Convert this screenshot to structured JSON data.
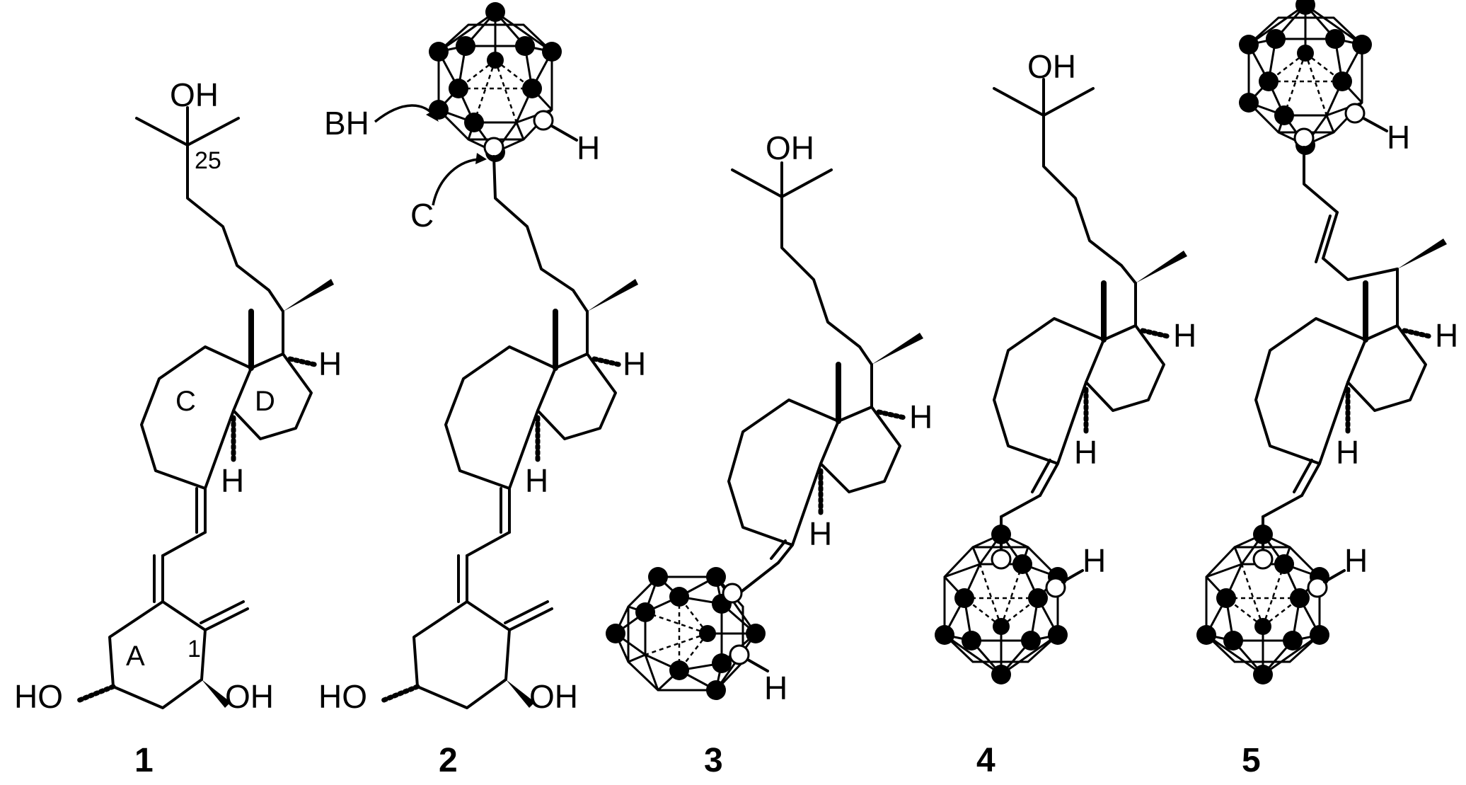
{
  "compounds": [
    {
      "number": "1",
      "labels": {
        "oh25": "OH",
        "c25": "25",
        "ringC": "C",
        "ringD": "D",
        "ringA": "A",
        "c1": "1",
        "h17": "H",
        "h14": "H",
        "ho3": "HO",
        "oh1": "OH"
      }
    },
    {
      "number": "2",
      "labels": {
        "bh": "BH",
        "c": "C",
        "cageH": "H",
        "h17": "H",
        "h14": "H",
        "ho3": "HO",
        "oh1": "OH"
      }
    },
    {
      "number": "3",
      "labels": {
        "oh25": "OH",
        "h17": "H",
        "h14": "H",
        "cageH": "H"
      }
    },
    {
      "number": "4",
      "labels": {
        "oh25": "OH",
        "h17": "H",
        "h14": "H",
        "cageH": "H"
      }
    },
    {
      "number": "5",
      "labels": {
        "cageH": "H",
        "h17": "H",
        "h14": "H"
      }
    }
  ],
  "legend": {
    "boron": "BH",
    "carbon": "C"
  },
  "colors": {
    "ink": "#000000",
    "paper": "#ffffff"
  }
}
